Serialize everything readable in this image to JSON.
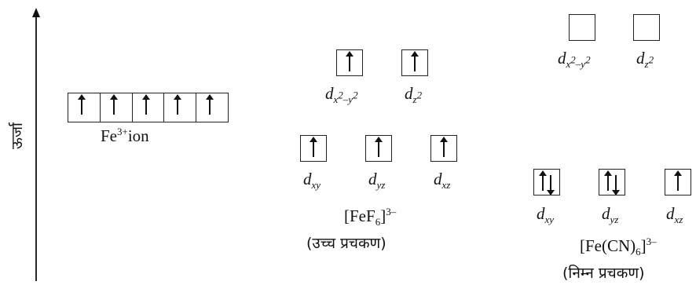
{
  "axis": {
    "label": "ऊर्जा"
  },
  "free_ion": {
    "label_base": "Fe",
    "label_sup": "3+",
    "label_rest": "ion",
    "electrons": [
      "up",
      "up",
      "up",
      "up",
      "up"
    ]
  },
  "high_spin": {
    "eg": [
      {
        "sym": "d",
        "sub": "x",
        "sup1": "2",
        "sub2": "–y",
        "sup2": "2",
        "electrons": [
          "up"
        ]
      },
      {
        "sym": "d",
        "sub": "z",
        "sup1": "2",
        "electrons": [
          "up"
        ]
      }
    ],
    "t2g": [
      {
        "sym": "d",
        "sub": "xy",
        "electrons": [
          "up"
        ]
      },
      {
        "sym": "d",
        "sub": "yz",
        "electrons": [
          "up"
        ]
      },
      {
        "sym": "d",
        "sub": "xz",
        "electrons": [
          "up"
        ]
      }
    ],
    "formula_open": "[FeF",
    "formula_sub": "6",
    "formula_close": "]",
    "formula_sup": "3–",
    "spin_label": "(उच्च प्रचकण)"
  },
  "low_spin": {
    "eg": [
      {
        "sym": "d",
        "sub": "x",
        "sup1": "2",
        "sub2": "–y",
        "sup2": "2",
        "electrons": []
      },
      {
        "sym": "d",
        "sub": "z",
        "sup1": "2",
        "electrons": []
      }
    ],
    "t2g": [
      {
        "sym": "d",
        "sub": "xy",
        "electrons": [
          "up",
          "down"
        ]
      },
      {
        "sym": "d",
        "sub": "yz",
        "electrons": [
          "up",
          "down"
        ]
      },
      {
        "sym": "d",
        "sub": "xz",
        "electrons": [
          "up"
        ]
      }
    ],
    "formula_open": "[Fe(CN)",
    "formula_sub": "6",
    "formula_close": "]",
    "formula_sup": "3–",
    "spin_label": "(निम्न प्रचकण)"
  }
}
